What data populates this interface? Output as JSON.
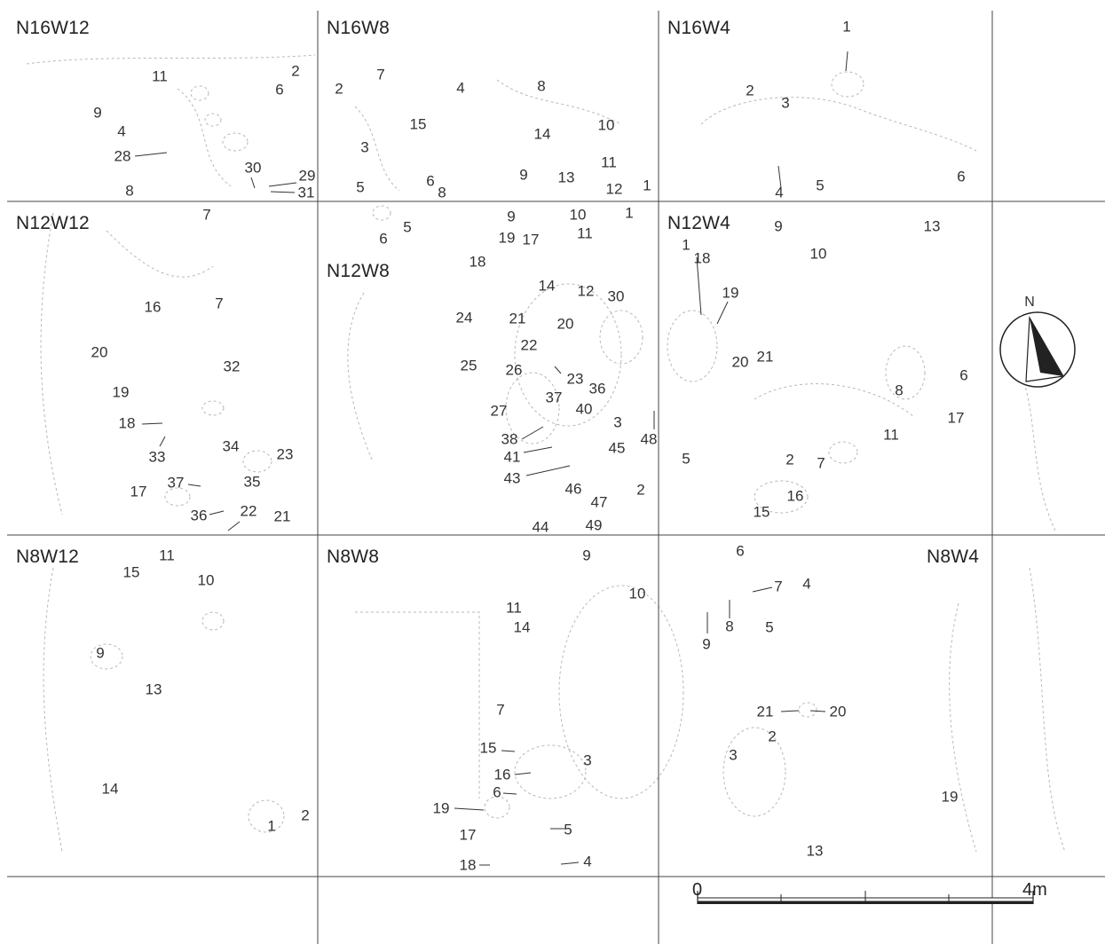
{
  "grid_labels": [
    {
      "id": "N16W12",
      "text": "N16W12"
    },
    {
      "id": "N16W8",
      "text": "N16W8"
    },
    {
      "id": "N16W4",
      "text": "N16W4"
    },
    {
      "id": "N12W12",
      "text": "N12W12"
    },
    {
      "id": "N12W8",
      "text": "N12W8"
    },
    {
      "id": "N12W4",
      "text": "N12W4"
    },
    {
      "id": "N8W12",
      "text": "N8W12"
    },
    {
      "id": "N8W8",
      "text": "N8W8"
    },
    {
      "id": "N8W4",
      "text": "N8W4"
    }
  ],
  "north_label": "N",
  "scale_bar": {
    "start_label": "0",
    "end_label": "4m"
  },
  "feature_numbers": {
    "N16W12": [
      "11",
      "2",
      "6",
      "9",
      "4",
      "28",
      "30",
      "29",
      "31",
      "8"
    ],
    "N16W8": [
      "7",
      "2",
      "4",
      "8",
      "15",
      "3",
      "14",
      "10",
      "11",
      "9",
      "13",
      "6",
      "8",
      "12",
      "1",
      "5"
    ],
    "N16W4": [
      "1",
      "2",
      "3",
      "4",
      "5",
      "6"
    ],
    "N12W12": [
      "7",
      "16",
      "7",
      "20",
      "32",
      "19",
      "18",
      "33",
      "34",
      "23",
      "37",
      "35",
      "17",
      "36",
      "22",
      "21"
    ],
    "N12W8": [
      "9",
      "10",
      "1",
      "19",
      "17",
      "11",
      "6",
      "5",
      "18",
      "14",
      "12",
      "30",
      "24",
      "21",
      "20",
      "22",
      "25",
      "26",
      "23",
      "36",
      "27",
      "37",
      "40",
      "3",
      "48",
      "38",
      "41",
      "45",
      "43",
      "46",
      "2",
      "47",
      "44",
      "49"
    ],
    "N12W4": [
      "9",
      "13",
      "1",
      "18",
      "10",
      "19",
      "20",
      "21",
      "8",
      "6",
      "17",
      "11",
      "5",
      "2",
      "7",
      "16",
      "15"
    ],
    "N8W12": [
      "11",
      "15",
      "10",
      "9",
      "13",
      "14",
      "1",
      "2"
    ],
    "N8W8": [
      "9",
      "10",
      "11",
      "14",
      "7",
      "15",
      "3",
      "16",
      "6",
      "19",
      "5",
      "17",
      "18",
      "4"
    ],
    "N8W4": [
      "6",
      "7",
      "4",
      "8",
      "5",
      "9",
      "21",
      "20",
      "2",
      "3",
      "19",
      "13"
    ]
  }
}
